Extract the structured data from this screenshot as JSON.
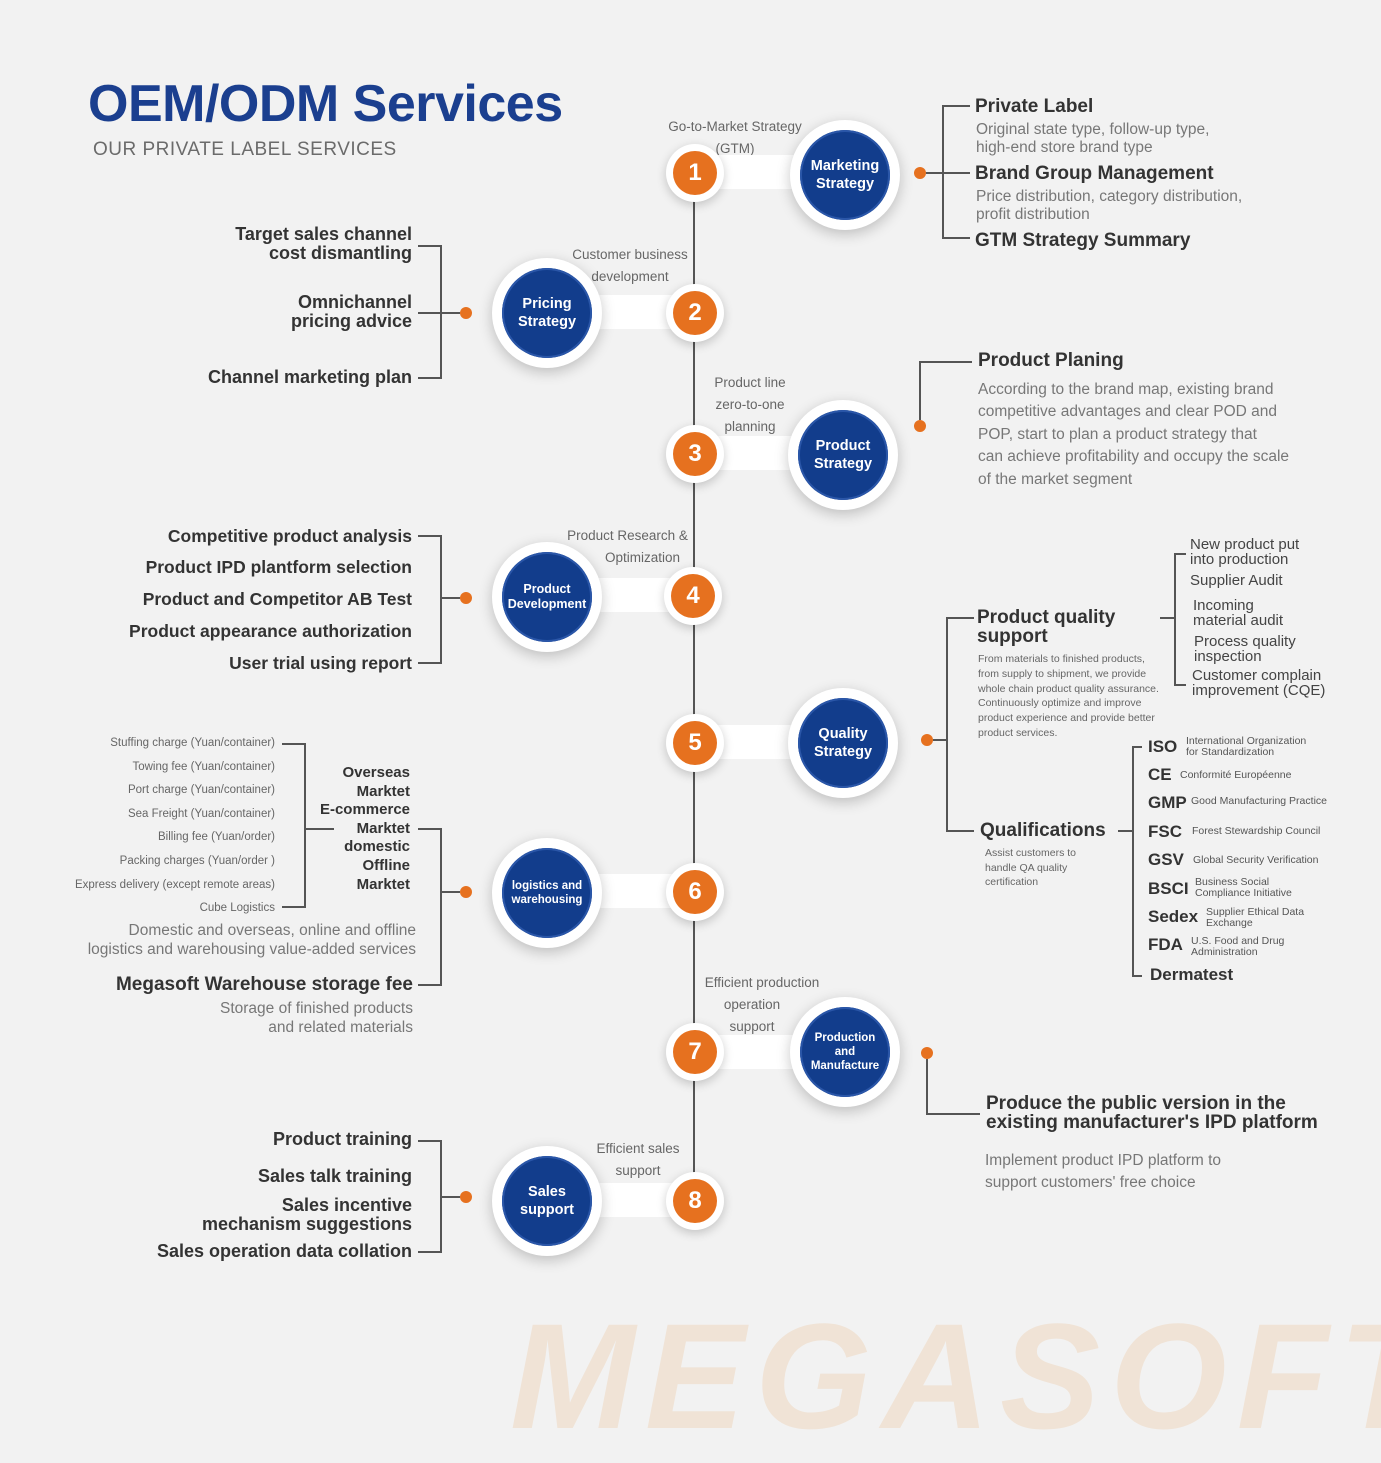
{
  "header": {
    "title": "OEM/ODM Services",
    "subtitle": "OUR PRIVATE LABEL SERVICES"
  },
  "watermark": "MEGASOFT",
  "steps": [
    {
      "number": "1",
      "circle": "Marketing Strategy",
      "caption": [
        "Go-to-Market Strategy",
        "(GTM)"
      ]
    },
    {
      "number": "2",
      "circle": "Pricing Strategy",
      "caption": [
        "Customer business",
        "development"
      ]
    },
    {
      "number": "3",
      "circle": "Product Strategy",
      "caption": [
        "Product line",
        "zero-to-one",
        "planning"
      ]
    },
    {
      "number": "4",
      "circle": "Product Development",
      "caption": [
        "Product Research &",
        "Optimization"
      ]
    },
    {
      "number": "5",
      "circle": "Quality Strategy",
      "caption": []
    },
    {
      "number": "6",
      "circle": "logistics and warehousing",
      "caption": []
    },
    {
      "number": "7",
      "circle": "Production and Manufacture",
      "caption": [
        "Efficient production",
        "operation",
        "support"
      ]
    },
    {
      "number": "8",
      "circle": "Sales support",
      "caption": [
        "Efficient sales",
        "support"
      ]
    }
  ],
  "marketing": {
    "items": [
      {
        "title": "Private Label",
        "desc": [
          "Original state type, follow-up type,",
          "high-end store brand type"
        ]
      },
      {
        "title": "Brand Group Management",
        "desc": [
          "Price distribution, category distribution,",
          "profit distribution"
        ]
      },
      {
        "title": "GTM Strategy Summary",
        "desc": []
      }
    ]
  },
  "pricing": {
    "items": [
      [
        "Target sales channel",
        "cost dismantling"
      ],
      [
        "Omnichannel",
        "pricing advice"
      ],
      [
        "Channel marketing plan"
      ]
    ]
  },
  "product_strategy": {
    "title": "Product Planing",
    "desc": [
      "According to the brand map, existing brand",
      "competitive advantages and clear POD and",
      "POP, start to plan a product strategy that",
      "can achieve profitability and occupy the scale",
      "of the market segment"
    ]
  },
  "development": {
    "items": [
      "Competitive product analysis",
      "Product IPD plantform selection",
      "Product and Competitor AB Test",
      "Product  appearance authorization",
      "User trial using report"
    ]
  },
  "quality": {
    "support_title": [
      "Product quality",
      "support"
    ],
    "support_desc": [
      "From materials to finished products,",
      "from supply to shipment, we provide",
      "whole chain product quality assurance.",
      "Continuously optimize and improve",
      "product experience and provide better",
      "product services."
    ],
    "support_items": [
      [
        "New product put",
        "into production"
      ],
      [
        "Supplier Audit"
      ],
      [
        "Incoming",
        "material audit"
      ],
      [
        "Process quality",
        "inspection"
      ],
      [
        "Customer complain",
        "improvement (CQE)"
      ]
    ],
    "qual_title": "Qualifications",
    "qual_desc": [
      "Assist customers to",
      "handle QA quality",
      "certification"
    ],
    "certs": [
      {
        "code": "ISO",
        "desc": [
          "International Organization",
          "for Standardization"
        ]
      },
      {
        "code": "CE",
        "desc": [
          "Conformité Européenne"
        ]
      },
      {
        "code": "GMP",
        "desc": [
          "Good Manufacturing Practice"
        ]
      },
      {
        "code": "FSC",
        "desc": [
          "Forest Stewardship Council"
        ]
      },
      {
        "code": "GSV",
        "desc": [
          "Global Security Verification"
        ]
      },
      {
        "code": "BSCI",
        "desc": [
          "Business Social",
          "Compliance Initiative"
        ]
      },
      {
        "code": "Sedex",
        "desc": [
          "Supplier Ethical Data",
          "Exchange"
        ]
      },
      {
        "code": "FDA",
        "desc": [
          "U.S. Food and Drug",
          "Administration"
        ]
      },
      {
        "code": "Dermatest",
        "desc": []
      }
    ]
  },
  "logistics": {
    "fees": [
      "Stuffing charge (Yuan/container)",
      "Towing fee  (Yuan/container)",
      "Port charge  (Yuan/container)",
      "Sea Freight (Yuan/container)",
      "Billing fee (Yuan/order)",
      "Packing charges (Yuan/order )",
      "Express delivery  (except remote areas)",
      "Cube Logistics"
    ],
    "markets": [
      "Overseas",
      "Marktet",
      "E-commerce",
      "Marktet",
      "domestic",
      "Offline",
      "Marktet"
    ],
    "desc": [
      "Domestic and overseas, online and offline",
      "logistics and warehousing value-added services"
    ],
    "storage_title": "Megasoft Warehouse storage fee",
    "storage_desc": [
      "Storage of finished products",
      "and related materials"
    ]
  },
  "production": {
    "title": [
      "Produce the public version in the",
      "existing manufacturer's IPD platform"
    ],
    "desc": [
      "Implement product IPD platform to",
      "support customers' free choice"
    ]
  },
  "sales": {
    "items": [
      [
        "Product training"
      ],
      [
        "Sales talk training"
      ],
      [
        "Sales incentive",
        "mechanism suggestions"
      ],
      [
        "Sales operation data collation"
      ]
    ]
  }
}
